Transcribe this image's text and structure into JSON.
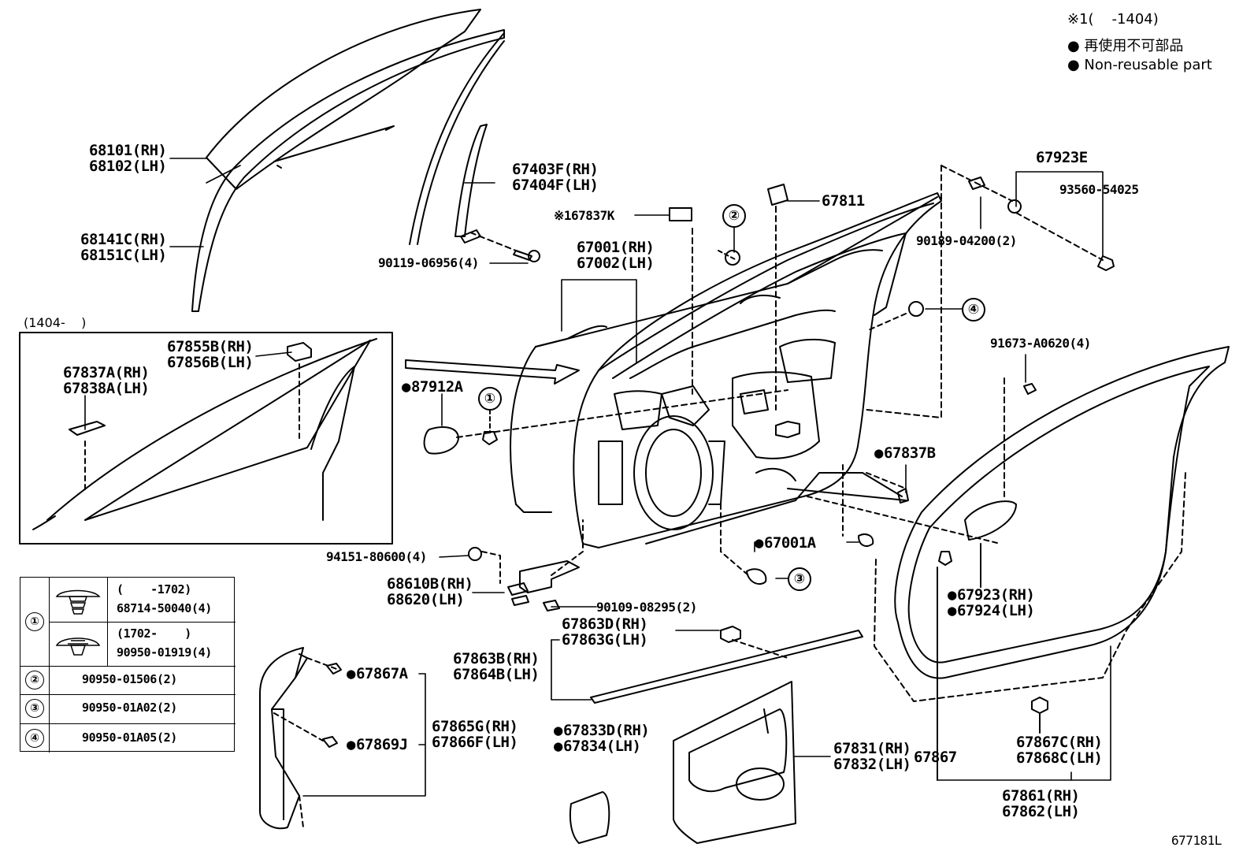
{
  "notes": {
    "range": "※1(    -1404)",
    "non_reusable_ja": "● 再使用不可部品",
    "non_reusable_en": "● Non-reusable part",
    "inset_range": "(1404-    )",
    "figure_id": "677181L"
  },
  "labels": {
    "p68101": "68101(RH)",
    "p68102": "68102(LH)",
    "p68141c": "68141C(RH)",
    "p68151c": "68151C(LH)",
    "p67403f": "67403F(RH)",
    "p67404f": "67404F(LH)",
    "p90119": "90119-06956(4)",
    "p67837k": "※167837K",
    "p67811": "67811",
    "p67001": "67001(RH)",
    "p67002": "67002(LH)",
    "p67923e": "67923E",
    "p93560": "93560-54025",
    "p90189": "90189-04200(2)",
    "p91673": "91673-A0620(4)",
    "p67855b": "67855B(RH)",
    "p67856b": "67856B(LH)",
    "p67837a": "67837A(RH)",
    "p67838a": "67838A(LH)",
    "p87912a": "87912A",
    "p67837b": "67837B",
    "p67001a": "67001A",
    "p94151": "94151-80600(4)",
    "p68610b": "68610B(RH)",
    "p68620": "68620(LH)",
    "p90109": "90109-08295(2)",
    "p67863d": "67863D(RH)",
    "p67863g": "67863G(LH)",
    "p67863b": "67863B(RH)",
    "p67864b": "67864B(LH)",
    "p67867a": "67867A",
    "p67869j": "67869J",
    "p67865g": "67865G(RH)",
    "p67866f": "67866F(LH)",
    "p67833d": "67833D(RH)",
    "p67834": "67834(LH)",
    "p67831": "67831(RH)",
    "p67832": "67832(LH)",
    "p67867": "67867",
    "p67923": "67923(RH)",
    "p67924": "67924(LH)",
    "p67867c": "67867C(RH)",
    "p67868c": "67868C(LH)",
    "p67861": "67861(RH)",
    "p67862": "67862(LH)"
  },
  "callouts": {
    "c1": "①",
    "c2": "②",
    "c3": "③",
    "c4": "④"
  },
  "table": {
    "rows": [
      {
        "num": "①",
        "range_a": "(    -1702)",
        "part_a": "68714-50040(4)",
        "range_b": "(1702-    )",
        "part_b": "90950-01919(4)"
      },
      {
        "num": "②",
        "part": "90950-01506(2)"
      },
      {
        "num": "③",
        "part": "90950-01A02(2)"
      },
      {
        "num": "④",
        "part": "90950-01A05(2)"
      }
    ]
  },
  "icons": {
    "dot": "filled-circle-icon"
  }
}
